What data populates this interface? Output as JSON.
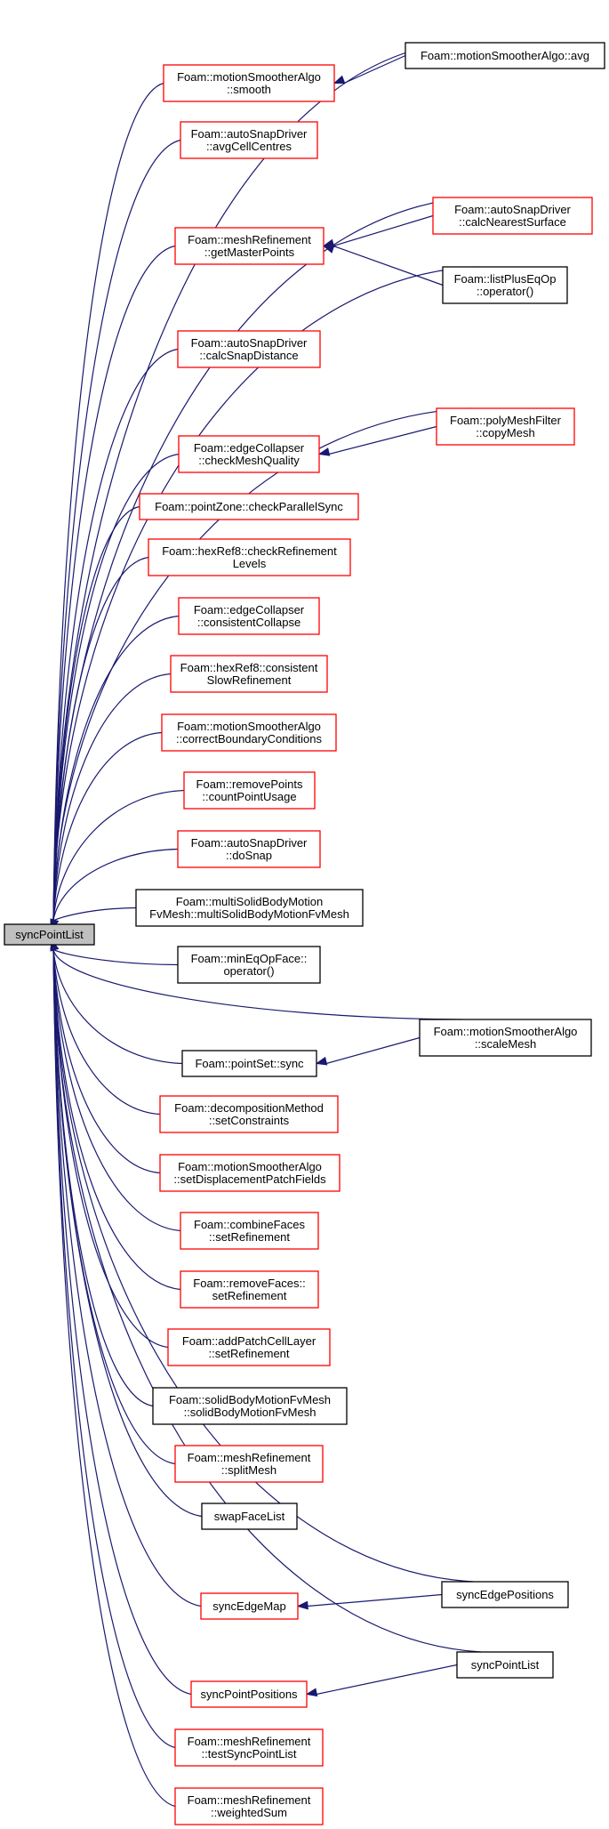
{
  "colors": {
    "edge": "#191970",
    "node_red": "#ff0000",
    "node_black": "#000000",
    "focus_fill": "#bfbfbf"
  },
  "graph": {
    "focus": {
      "id": "root",
      "lines": [
        "syncPointList"
      ]
    },
    "nodes": [
      {
        "id": "mscavg",
        "lines": [
          "Foam::motionSmootherAlgo::avg"
        ],
        "style": "black"
      },
      {
        "id": "smooth",
        "lines": [
          "Foam::motionSmootherAlgo",
          "::smooth"
        ],
        "style": "red"
      },
      {
        "id": "avgcell",
        "lines": [
          "Foam::autoSnapDriver",
          "::avgCellCentres"
        ],
        "style": "red"
      },
      {
        "id": "calcnear",
        "lines": [
          "Foam::autoSnapDriver",
          "::calcNearestSurface"
        ],
        "style": "red"
      },
      {
        "id": "getmaster",
        "lines": [
          "Foam::meshRefinement",
          "::getMasterPoints"
        ],
        "style": "red"
      },
      {
        "id": "listplus",
        "lines": [
          "Foam::listPlusEqOp",
          "::operator()"
        ],
        "style": "black"
      },
      {
        "id": "calcsnap",
        "lines": [
          "Foam::autoSnapDriver",
          "::calcSnapDistance"
        ],
        "style": "red"
      },
      {
        "id": "polymesh",
        "lines": [
          "Foam::polyMeshFilter",
          "::copyMesh"
        ],
        "style": "red"
      },
      {
        "id": "checkmesh",
        "lines": [
          "Foam::edgeCollapser",
          "::checkMeshQuality"
        ],
        "style": "red"
      },
      {
        "id": "checkpar",
        "lines": [
          "Foam::pointZone::checkParallelSync"
        ],
        "style": "red"
      },
      {
        "id": "checkref",
        "lines": [
          "Foam::hexRef8::checkRefinement",
          "Levels"
        ],
        "style": "red"
      },
      {
        "id": "consistcol",
        "lines": [
          "Foam::edgeCollapser",
          "::consistentCollapse"
        ],
        "style": "red"
      },
      {
        "id": "consistslow",
        "lines": [
          "Foam::hexRef8::consistent",
          "SlowRefinement"
        ],
        "style": "red"
      },
      {
        "id": "correctbc",
        "lines": [
          "Foam::motionSmootherAlgo",
          "::correctBoundaryConditions"
        ],
        "style": "red"
      },
      {
        "id": "countpt",
        "lines": [
          "Foam::removePoints",
          "::countPointUsage"
        ],
        "style": "red"
      },
      {
        "id": "dosnap",
        "lines": [
          "Foam::autoSnapDriver",
          "::doSnap"
        ],
        "style": "red"
      },
      {
        "id": "multisolid",
        "lines": [
          "Foam::multiSolidBodyMotion",
          "FvMesh::multiSolidBodyMotionFvMesh"
        ],
        "style": "black"
      },
      {
        "id": "mineq",
        "lines": [
          "Foam::minEqOpFace::",
          "operator()"
        ],
        "style": "black"
      },
      {
        "id": "scalemesh",
        "lines": [
          "Foam::motionSmootherAlgo",
          "::scaleMesh"
        ],
        "style": "black"
      },
      {
        "id": "pointsetsync",
        "lines": [
          "Foam::pointSet::sync"
        ],
        "style": "black"
      },
      {
        "id": "setconstr",
        "lines": [
          "Foam::decompositionMethod",
          "::setConstraints"
        ],
        "style": "red"
      },
      {
        "id": "setdisp",
        "lines": [
          "Foam::motionSmootherAlgo",
          "::setDisplacementPatchFields"
        ],
        "style": "red"
      },
      {
        "id": "combref",
        "lines": [
          "Foam::combineFaces",
          "::setRefinement"
        ],
        "style": "red"
      },
      {
        "id": "removeref",
        "lines": [
          "Foam::removeFaces::",
          "setRefinement"
        ],
        "style": "red"
      },
      {
        "id": "addpatch",
        "lines": [
          "Foam::addPatchCellLayer",
          "::setRefinement"
        ],
        "style": "red"
      },
      {
        "id": "solidbody",
        "lines": [
          "Foam::solidBodyMotionFvMesh",
          "::solidBodyMotionFvMesh"
        ],
        "style": "black"
      },
      {
        "id": "splitmesh",
        "lines": [
          "Foam::meshRefinement",
          "::splitMesh"
        ],
        "style": "red"
      },
      {
        "id": "swapface",
        "lines": [
          "swapFaceList"
        ],
        "style": "black"
      },
      {
        "id": "syncedgepos",
        "lines": [
          "syncEdgePositions"
        ],
        "style": "black"
      },
      {
        "id": "syncedgemap",
        "lines": [
          "syncEdgeMap"
        ],
        "style": "red"
      },
      {
        "id": "syncpointlist2",
        "lines": [
          "syncPointList"
        ],
        "style": "black"
      },
      {
        "id": "syncpointpos",
        "lines": [
          "syncPointPositions"
        ],
        "style": "red"
      },
      {
        "id": "testsync",
        "lines": [
          "Foam::meshRefinement",
          "::testSyncPointList"
        ],
        "style": "red"
      },
      {
        "id": "weighted",
        "lines": [
          "Foam::meshRefinement",
          "::weightedSum"
        ],
        "style": "red"
      }
    ],
    "edges": [
      {
        "from": "mscavg",
        "to": "smooth"
      },
      {
        "from": "calcnear",
        "to": "getmaster"
      },
      {
        "from": "listplus",
        "to": "getmaster"
      },
      {
        "from": "polymesh",
        "to": "checkmesh"
      },
      {
        "from": "scalemesh",
        "to": "pointsetsync"
      },
      {
        "from": "syncedgepos",
        "to": "syncedgemap"
      },
      {
        "from": "syncpointlist2",
        "to": "syncpointpos"
      }
    ]
  }
}
